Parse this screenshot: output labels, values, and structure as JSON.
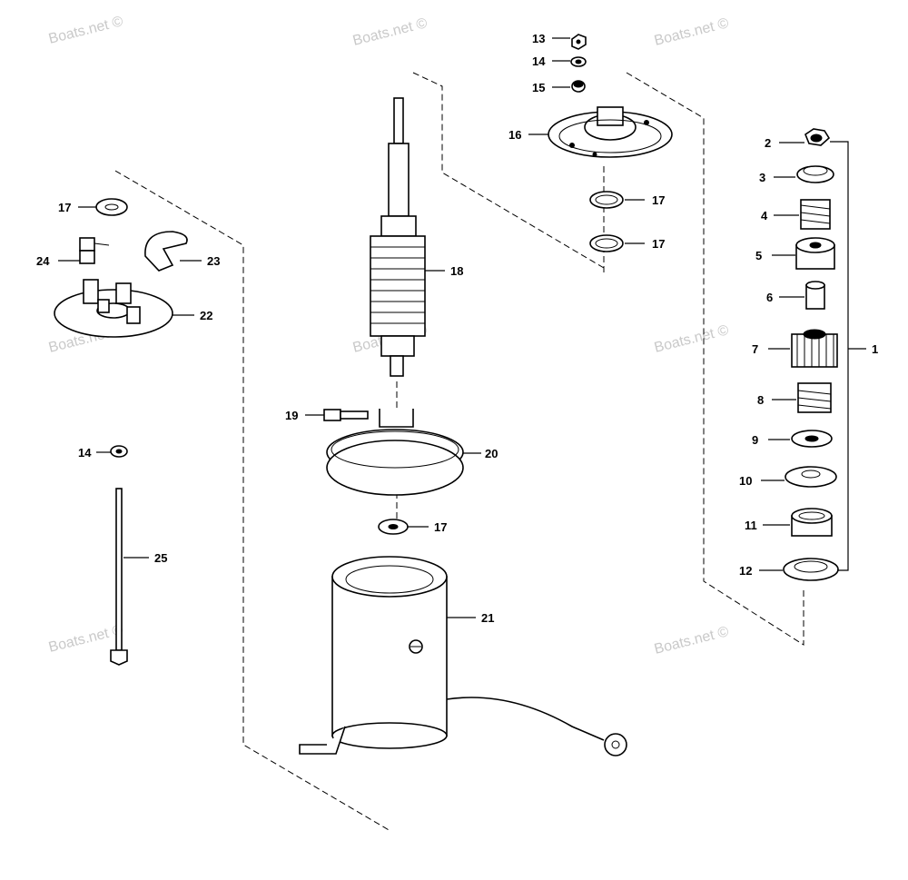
{
  "watermark": {
    "text": "Boats.net ©",
    "color": "#c9c9c9"
  },
  "callouts": [
    {
      "id": "c13",
      "number": "13"
    },
    {
      "id": "c14a",
      "number": "14"
    },
    {
      "id": "c15",
      "number": "15"
    },
    {
      "id": "c16",
      "number": "16"
    },
    {
      "id": "c17a",
      "number": "17"
    },
    {
      "id": "c17b",
      "number": "17"
    },
    {
      "id": "c2",
      "number": "2"
    },
    {
      "id": "c3",
      "number": "3"
    },
    {
      "id": "c4",
      "number": "4"
    },
    {
      "id": "c5",
      "number": "5"
    },
    {
      "id": "c6",
      "number": "6"
    },
    {
      "id": "c7",
      "number": "7"
    },
    {
      "id": "c1",
      "number": "1"
    },
    {
      "id": "c8",
      "number": "8"
    },
    {
      "id": "c9",
      "number": "9"
    },
    {
      "id": "c10",
      "number": "10"
    },
    {
      "id": "c11",
      "number": "11"
    },
    {
      "id": "c12",
      "number": "12"
    },
    {
      "id": "c17c",
      "number": "17"
    },
    {
      "id": "c24",
      "number": "24"
    },
    {
      "id": "c23",
      "number": "23"
    },
    {
      "id": "c22",
      "number": "22"
    },
    {
      "id": "c18",
      "number": "18"
    },
    {
      "id": "c19",
      "number": "19"
    },
    {
      "id": "c20",
      "number": "20"
    },
    {
      "id": "c17d",
      "number": "17"
    },
    {
      "id": "c14b",
      "number": "14"
    },
    {
      "id": "c25",
      "number": "25"
    },
    {
      "id": "c21",
      "number": "21"
    }
  ]
}
